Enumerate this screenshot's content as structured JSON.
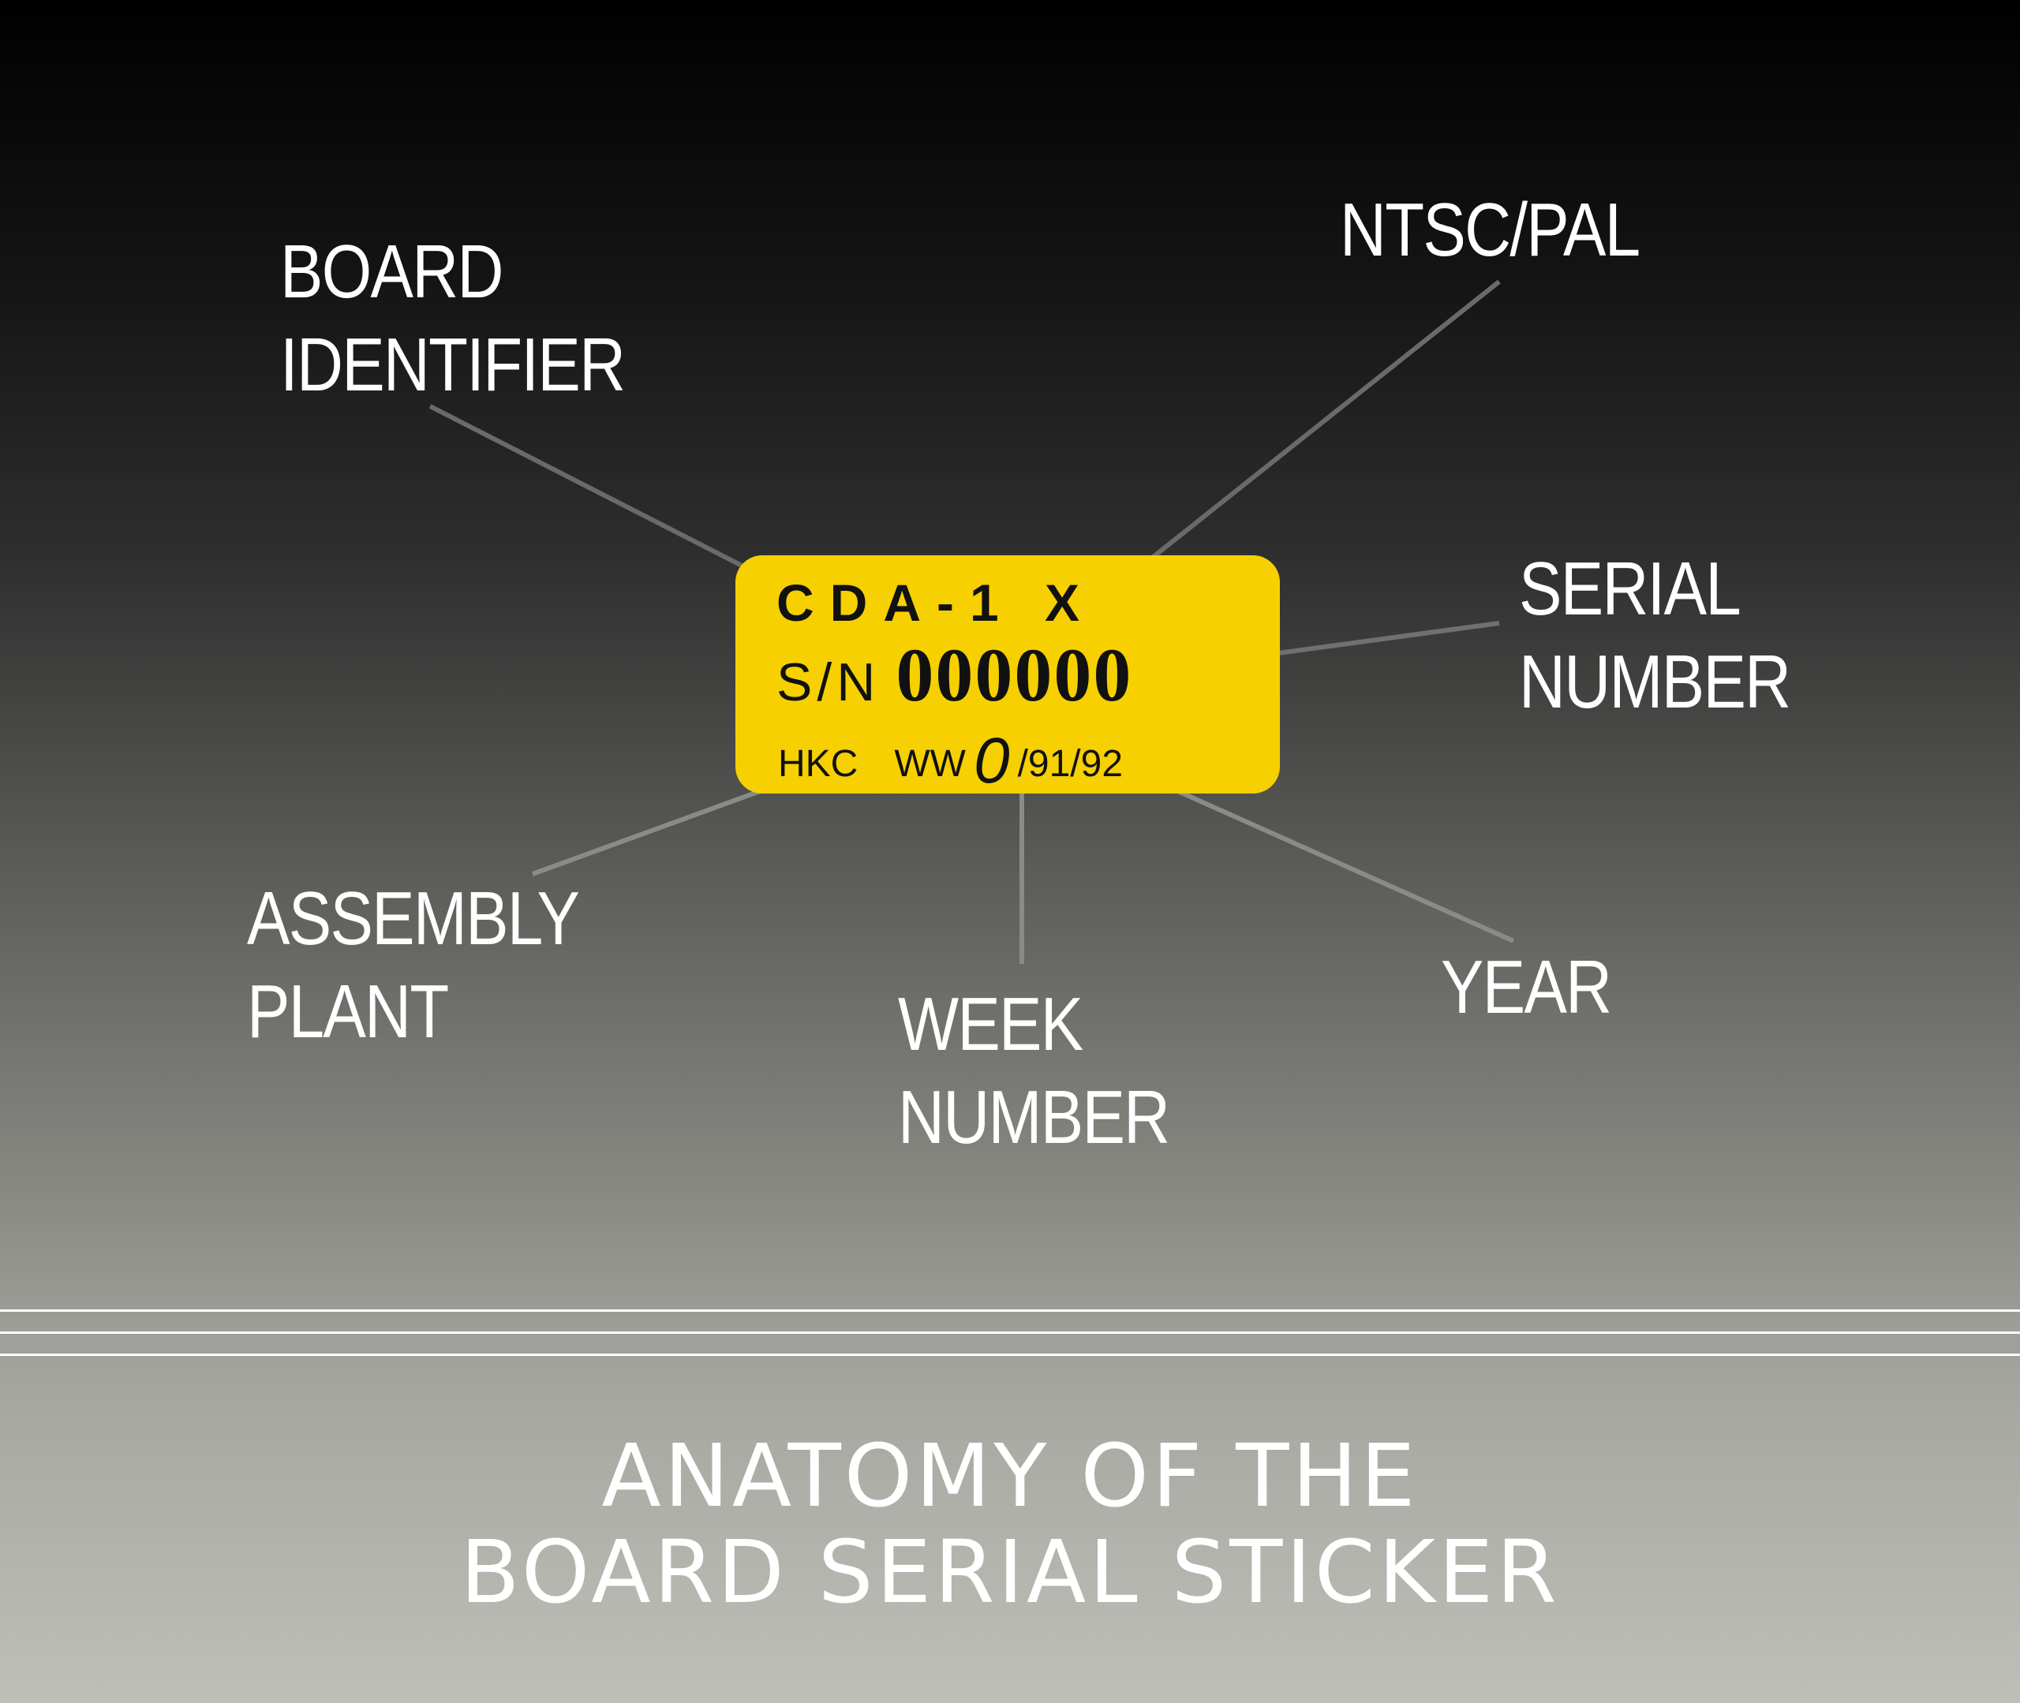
{
  "callouts": {
    "board_identifier": [
      "BOARD",
      "IDENTIFIER"
    ],
    "ntsc_pal": [
      "NTSC/PAL"
    ],
    "serial_number": [
      "SERIAL",
      "NUMBER"
    ],
    "assembly_plant": [
      "ASSEMBLY",
      "PLANT"
    ],
    "week_number": [
      "WEEK",
      "NUMBER"
    ],
    "year": [
      "YEAR"
    ]
  },
  "sticker": {
    "identifier": "CDA-1 X",
    "sn_label": "S/N",
    "sn_value": "000000",
    "plant": "HKC",
    "week_label": "WW",
    "week_value": "0",
    "year_value": "/91/92"
  },
  "title": [
    "ANATOMY OF THE",
    "BOARD SERIAL STICKER"
  ],
  "colors": {
    "sticker": "#f6d000",
    "leader_line": "#6e6e6e",
    "text": "#ffffff"
  }
}
